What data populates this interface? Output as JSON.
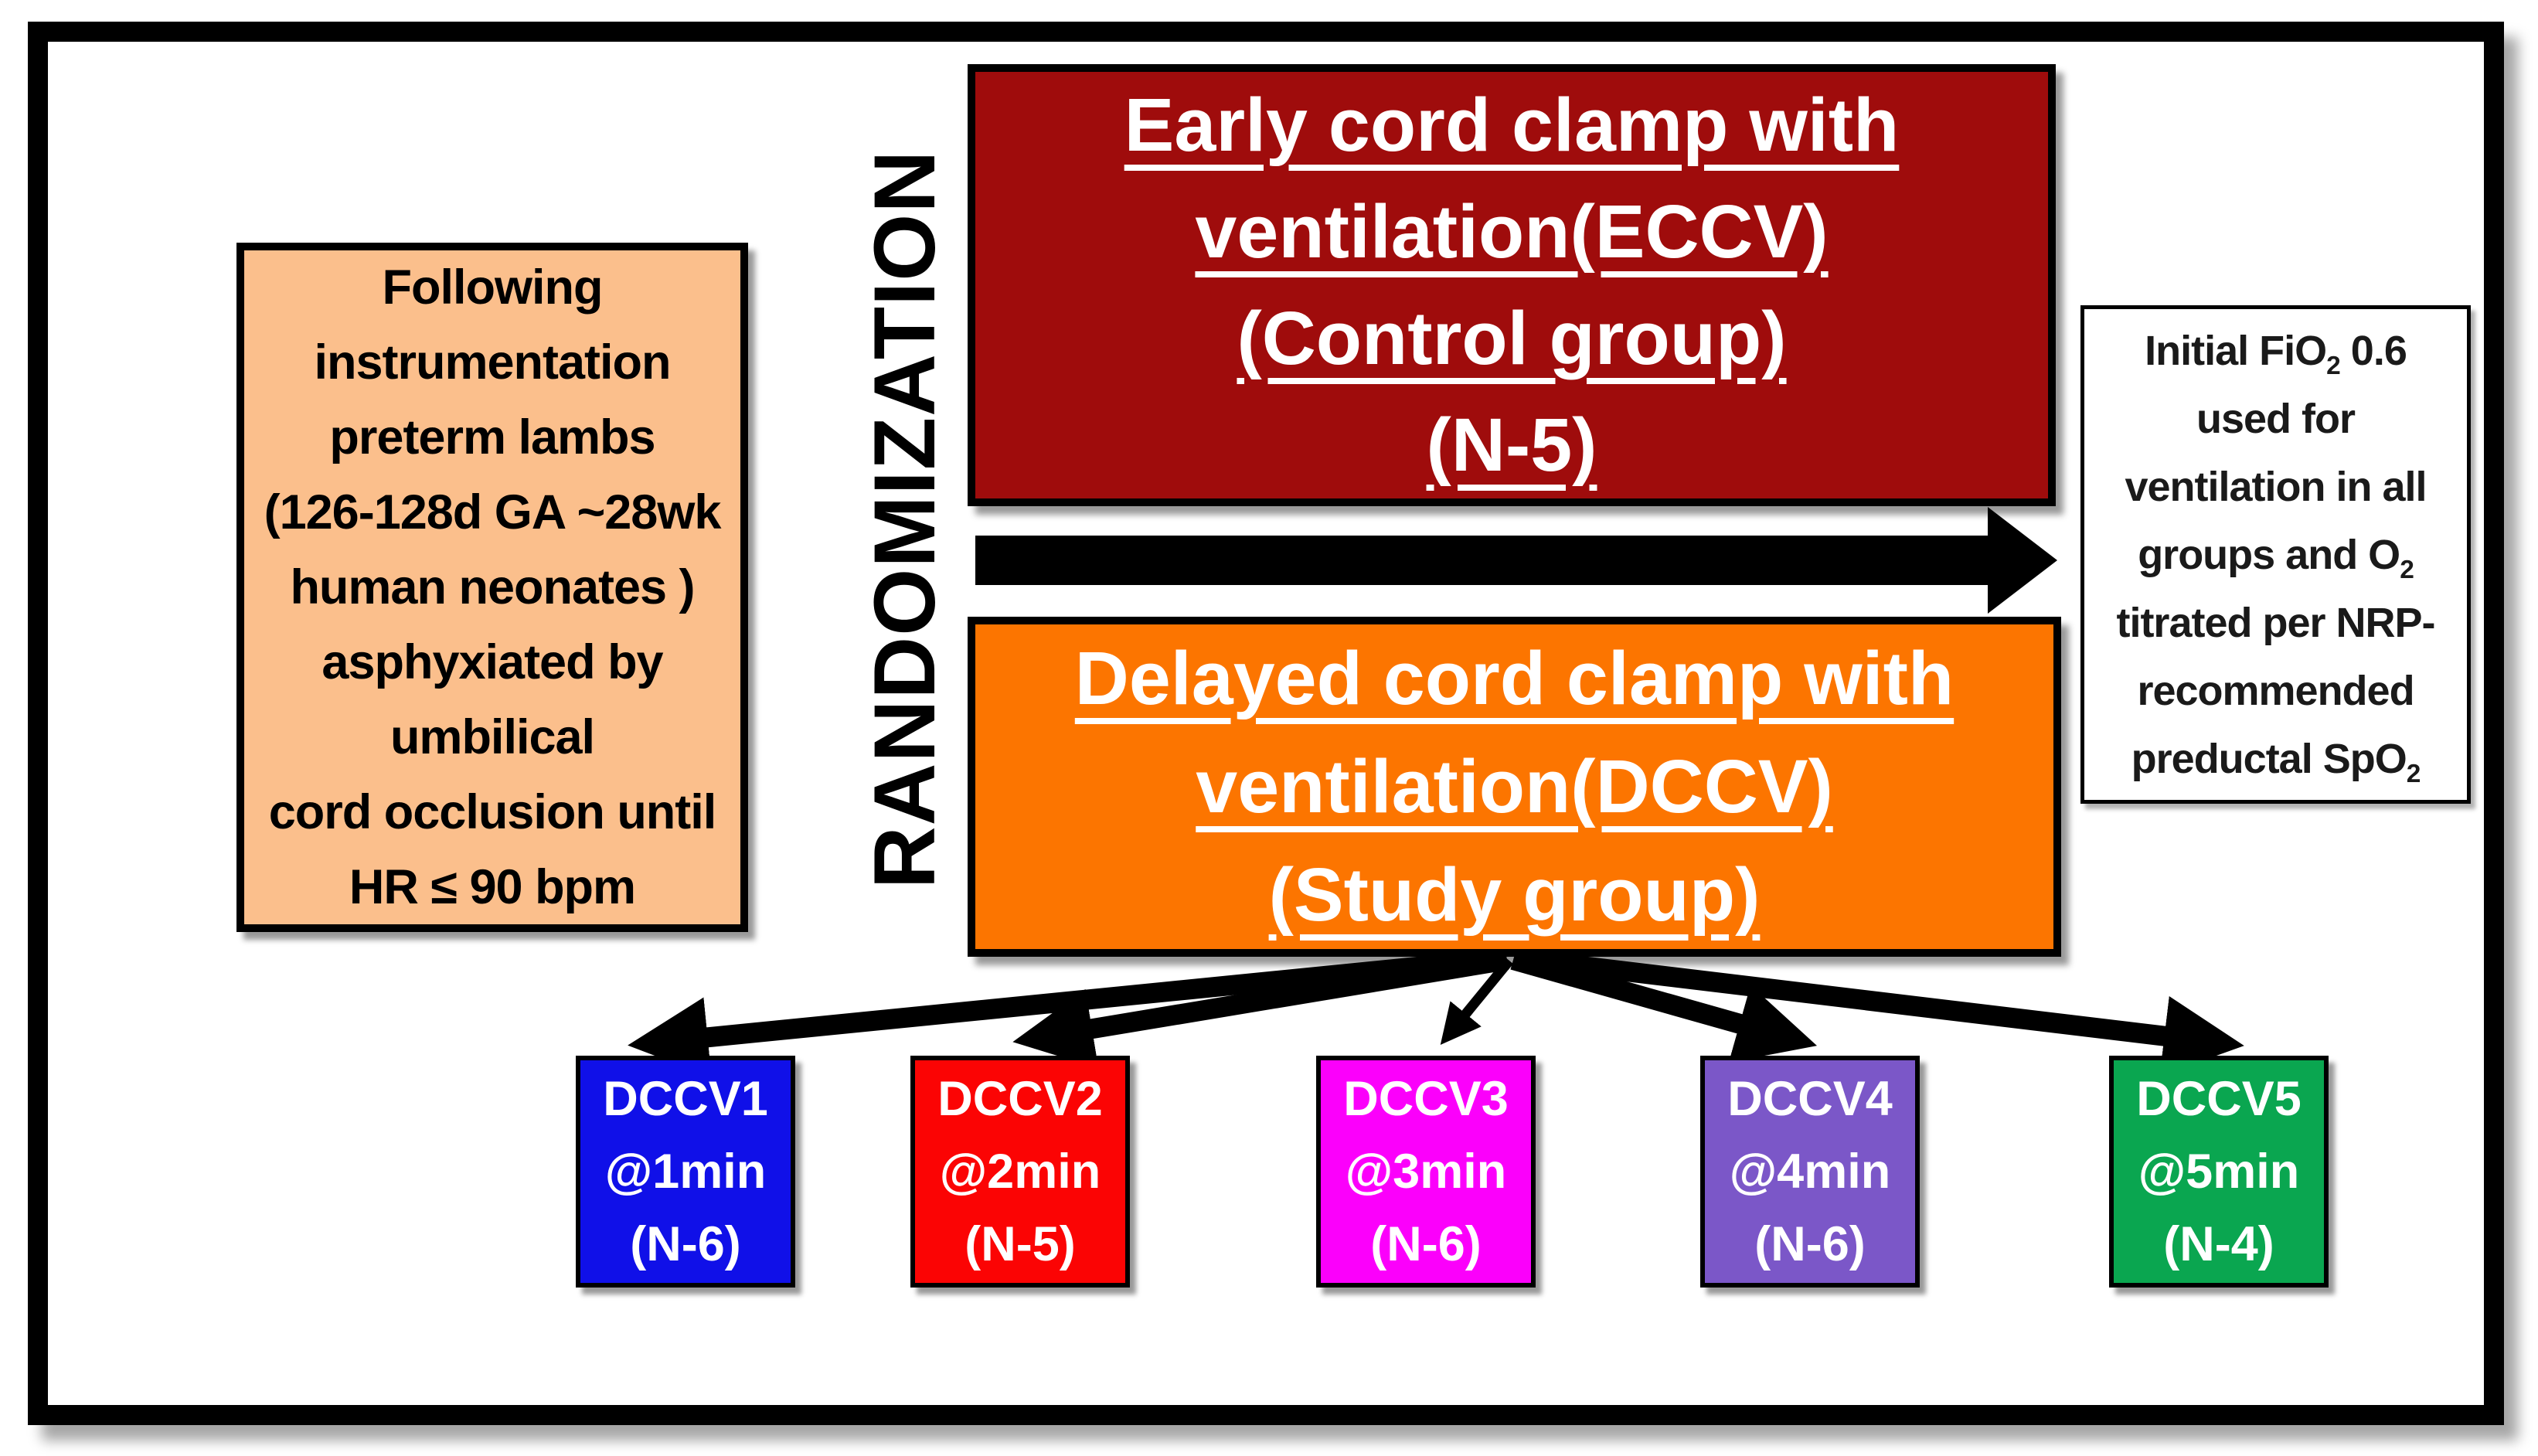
{
  "figure": {
    "randomization_label": "RANDOMIZATION",
    "population_box": {
      "bg": "#FBBF8C",
      "lines": [
        "Following",
        "instrumentation",
        "preterm lambs",
        "(126-128d GA ~28wk",
        "human neonates )",
        "asphyxiated by",
        "umbilical",
        "cord occlusion until",
        "HR ≤ 90 bpm"
      ]
    },
    "control_box": {
      "bg": "#9F0C0C",
      "lines": [
        "Early cord clamp with",
        "ventilation(ECCV)",
        "(Control group)",
        "(N-5)"
      ]
    },
    "study_box": {
      "bg": "#FC7500",
      "lines": [
        "Delayed cord clamp with",
        "ventilation(DCCV)",
        "(Study group)"
      ]
    },
    "oxygen_box": {
      "bg": "#FFFFFF",
      "lines": [
        "Initial FiO_2 0.6",
        "used for",
        "ventilation in all",
        "groups and O_2",
        "titrated per NRP-",
        "recommended",
        "preductal SpO_2"
      ]
    },
    "arrow_color": "#000000",
    "subgroups": [
      {
        "name": "DCCV1",
        "time": "@1min",
        "n": "(N-6)",
        "bg": "#1010E8"
      },
      {
        "name": "DCCV2",
        "time": "@2min",
        "n": "(N-5)",
        "bg": "#FB0404"
      },
      {
        "name": "DCCV3",
        "time": "@3min",
        "n": "(N-6)",
        "bg": "#FB00FB"
      },
      {
        "name": "DCCV4",
        "time": "@4min",
        "n": "(N-6)",
        "bg": "#7B57C8"
      },
      {
        "name": "DCCV5",
        "time": "@5min",
        "n": "(N-4)",
        "bg": "#0AA650"
      }
    ]
  }
}
